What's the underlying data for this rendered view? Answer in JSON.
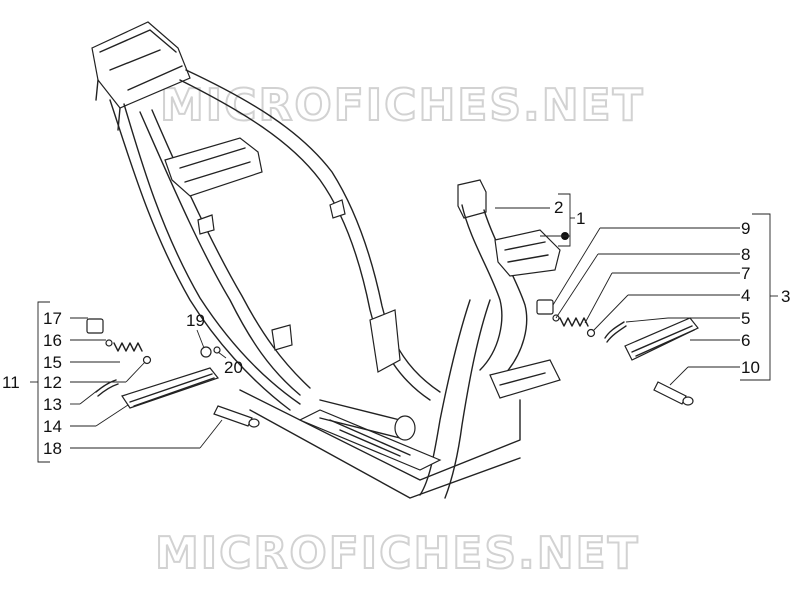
{
  "watermark": {
    "text": "MICROFICHES.NET"
  },
  "callouts": {
    "n1": "1",
    "n2": "2",
    "n3": "3",
    "n4": "4",
    "n5": "5",
    "n6": "6",
    "n7": "7",
    "n8": "8",
    "n9": "9",
    "n10": "10",
    "n11": "11",
    "n12": "12",
    "n13": "13",
    "n14": "14",
    "n15": "15",
    "n16": "16",
    "n17": "17",
    "n18": "18",
    "n19": "19",
    "n20": "20"
  },
  "colors": {
    "line": "#222222",
    "watermark": "#d2d2d2",
    "background": "#ffffff"
  }
}
